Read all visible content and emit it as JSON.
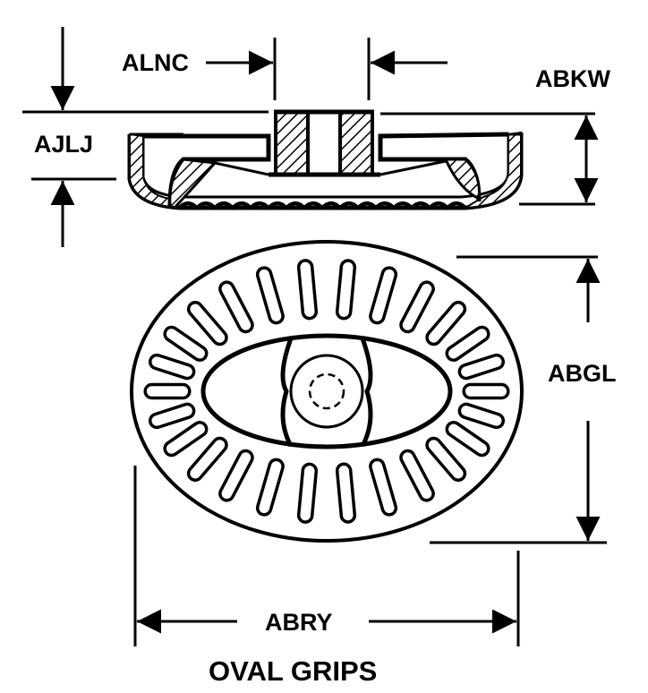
{
  "title": "OVAL GRIPS",
  "dimensions": {
    "alnc": "ALNC",
    "abkw": "ABKW",
    "ajlj": "AJLJ",
    "abgl": "ABGL",
    "abry": "ABRY"
  },
  "colors": {
    "ink": "#000000",
    "paper": "#ffffff"
  }
}
